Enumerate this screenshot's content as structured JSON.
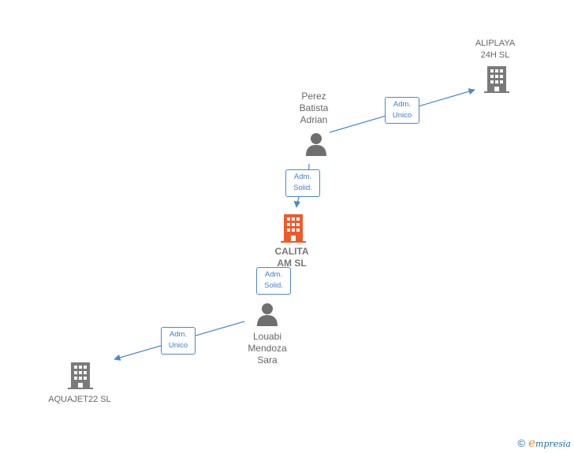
{
  "nodes": {
    "aliplaya": {
      "label": "ALIPLAYA\n24H  SL",
      "type": "company"
    },
    "perez": {
      "label": "Perez\nBatista\nAdrian",
      "type": "person"
    },
    "calita": {
      "label": "CALITA\nAM  SL",
      "type": "company-main"
    },
    "louabi": {
      "label": "Louabi\nMendoza\nSara",
      "type": "person"
    },
    "aquajet": {
      "label": "AQUAJET22  SL",
      "type": "company"
    }
  },
  "edges": {
    "perez_aliplaya": "Adm.\nUnico",
    "perez_calita": "Adm.\nSolid.",
    "louabi_calita": "Adm.\nSolid.",
    "louabi_aquajet": "Adm.\nUnico"
  },
  "colors": {
    "edge": "#4a88d0",
    "company_icon": "#7a7a7a",
    "main_icon": "#f0592a",
    "person_icon": "#6f6f6f"
  },
  "footer": {
    "copyright": "©",
    "brand_initial": "e",
    "brand_rest": "mpresia"
  }
}
